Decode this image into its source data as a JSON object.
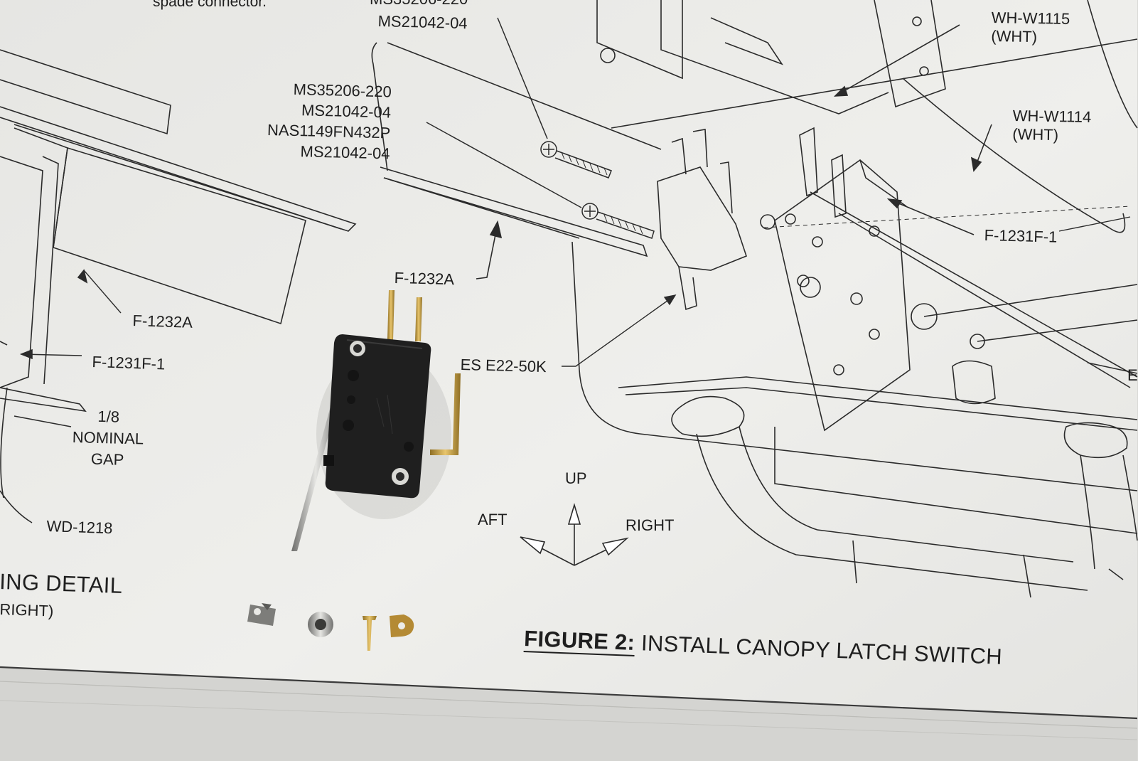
{
  "labels": {
    "top_partial_connector": "spade connector.",
    "top_partial_ms35206": "MS35206-220",
    "top_ms21042": "MS21042-04",
    "stack_a": [
      "MS35206-220",
      "MS21042-04",
      "NAS1149FN432P",
      "MS21042-04"
    ],
    "f1232a_center": "F-1232A",
    "f1232a_left": "F-1232A",
    "f1231f1_left": "F-1231F-1",
    "gap_note": [
      "1/8",
      "NOMINAL",
      "GAP"
    ],
    "wd1218": "WD-1218",
    "detail_title": "ING DETAIL",
    "detail_sub": "RIGHT)",
    "es_part": "ES E22-50K",
    "wh_w1115": [
      "WH-W1115",
      "(WHT)"
    ],
    "wh_w1114": [
      "WH-W1114",
      "(WHT)"
    ],
    "f1231f1_right": "F-1231F-1",
    "edge_partial": "E",
    "orient_up": "UP",
    "orient_aft": "AFT",
    "orient_right": "RIGHT",
    "figure_number": "FIGURE 2:",
    "figure_caption": "INSTALL CANOPY LATCH SWITCH"
  },
  "colors": {
    "paper": "#ecece9",
    "ink": "#2a2a2a",
    "switch_body": "#1d1d1d",
    "brass": "#c9a24a",
    "steel": "#9a9a98"
  }
}
